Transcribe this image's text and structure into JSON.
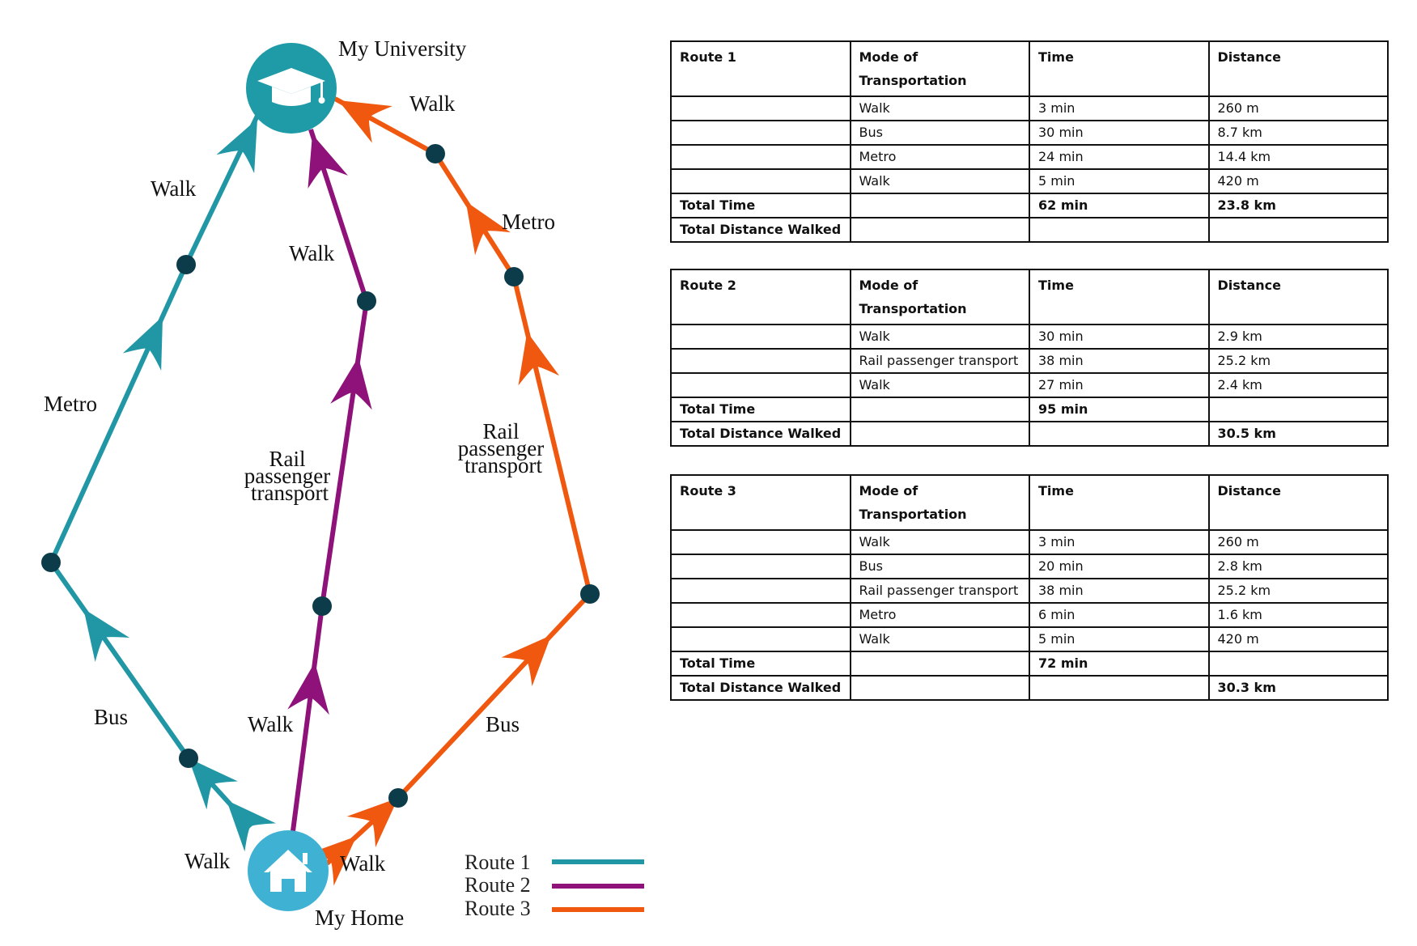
{
  "nodes": {
    "university": "My University",
    "home": "My Home"
  },
  "colors": {
    "route1": "#2197a6",
    "route2": "#8e1279",
    "route3": "#f0580f",
    "node_university": "#1f9ba7",
    "node_home": "#3fb2d4",
    "waypoint": "#0c3c49"
  },
  "icons": {
    "university": "graduation-cap-icon",
    "home": "house-icon"
  },
  "routes": [
    {
      "name": "Route 1",
      "segments": [
        "Walk",
        "Bus",
        "Metro",
        "Walk"
      ]
    },
    {
      "name": "Route 2",
      "segments": [
        "Walk",
        "Rail passenger transport",
        "Walk"
      ]
    },
    {
      "name": "Route 3",
      "segments": [
        "Walk",
        "Bus",
        "Rail passenger transport",
        "Metro",
        "Walk"
      ]
    }
  ],
  "diagram_labels": {
    "r1_walk_home": "Walk",
    "r1_bus": "Bus",
    "r1_metro": "Metro",
    "r1_walk_uni": "Walk",
    "r2_walk_home": "Walk",
    "r2_rail": [
      "Rail",
      "passenger",
      "transport"
    ],
    "r2_walk_uni": "Walk",
    "r3_walk_home": "Walk",
    "r3_bus": "Bus",
    "r3_rail": [
      "Rail",
      "passenger",
      "transport"
    ],
    "r3_metro": "Metro",
    "r3_walk_uni": "Walk"
  },
  "legend": [
    "Route 1",
    "Route 2",
    "Route 3"
  ],
  "tables": [
    {
      "headers": [
        "Route 1",
        "Mode of Transportation",
        "Time",
        "Distance"
      ],
      "rows": [
        [
          "",
          "Walk",
          "3 min",
          "260 m"
        ],
        [
          "",
          "Bus",
          "30 min",
          "8.7 km"
        ],
        [
          "",
          "Metro",
          "24 min",
          "14.4 km"
        ],
        [
          "",
          "Walk",
          "5 min",
          "420 m"
        ]
      ],
      "totals": [
        [
          "Total Time",
          "",
          "62 min",
          "23.8 km"
        ],
        [
          "Total Distance Walked",
          "",
          "",
          ""
        ]
      ]
    },
    {
      "headers": [
        "Route 2",
        "Mode of Transportation",
        "Time",
        "Distance"
      ],
      "rows": [
        [
          "",
          "Walk",
          "30 min",
          "2.9 km"
        ],
        [
          "",
          "Rail passenger transport",
          "38 min",
          "25.2 km"
        ],
        [
          "",
          "Walk",
          "27 min",
          "2.4 km"
        ]
      ],
      "totals": [
        [
          "Total Time",
          "",
          "95 min",
          ""
        ],
        [
          "Total Distance Walked",
          "",
          "",
          "30.5 km"
        ]
      ]
    },
    {
      "headers": [
        "Route 3",
        "Mode of Transportation",
        "Time",
        "Distance"
      ],
      "rows": [
        [
          "",
          "Walk",
          "3 min",
          "260 m"
        ],
        [
          "",
          "Bus",
          "20 min",
          "2.8 km"
        ],
        [
          "",
          "Rail passenger transport",
          "38 min",
          "25.2 km"
        ],
        [
          "",
          "Metro",
          "6 min",
          "1.6 km"
        ],
        [
          "",
          "Walk",
          "5 min",
          "420 m"
        ]
      ],
      "totals": [
        [
          "Total Time",
          "",
          "72 min",
          ""
        ],
        [
          "Total Distance Walked",
          "",
          "",
          "30.3 km"
        ]
      ]
    }
  ]
}
